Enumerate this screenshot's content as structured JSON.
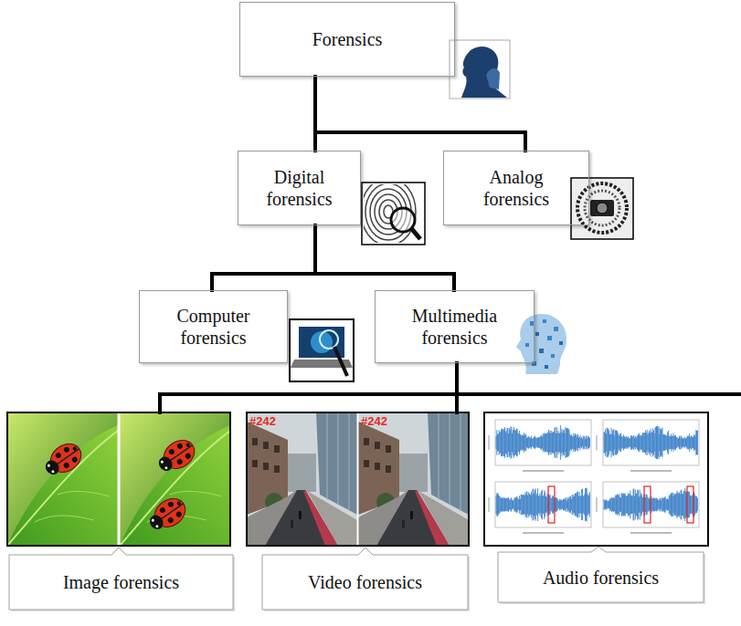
{
  "diagram": {
    "nodes": [
      {
        "text": [
          "Forensics"
        ]
      },
      {
        "text": [
          "Digital forensics"
        ]
      },
      {
        "text": [
          "Analog forensics"
        ]
      },
      {
        "text": [
          "Computer forensics"
        ]
      },
      {
        "text": [
          "Multimedia forensics"
        ]
      },
      {
        "text": [
          "Image forensics"
        ]
      },
      {
        "text": [
          "Video forensics"
        ]
      },
      {
        "text": [
          "Audio forensics"
        ]
      }
    ],
    "edges": [
      {
        "from": 0,
        "to": 1,
        "arrow": "none"
      },
      {
        "from": 0,
        "to": 2,
        "arrow": "none"
      },
      {
        "from": 1,
        "to": 3,
        "arrow": "none"
      },
      {
        "from": 1,
        "to": 4,
        "arrow": "none"
      },
      {
        "from": 4,
        "to": 5,
        "arrow": "none"
      },
      {
        "from": 4,
        "to": 6,
        "arrow": "none"
      }
    ],
    "labels": [
      "#242",
      "#242"
    ]
  }
}
